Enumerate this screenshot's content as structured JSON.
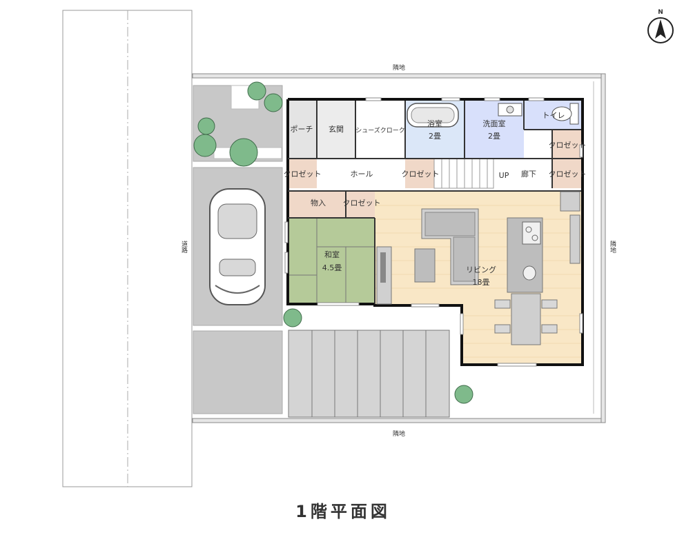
{
  "north_label": "N",
  "neighbor_top": "隣地",
  "neighbor_bottom": "隣地",
  "neighbor_right": "隣地",
  "road_label": "道路",
  "rooms": {
    "porch": "ポーチ",
    "entrance": "玄関",
    "shoe_closet": "シューズクローク",
    "bath": "浴室",
    "bath_size": "2畳",
    "washroom": "洗面室",
    "washroom_size": "2畳",
    "toilet": "トイレ",
    "closet_hall_left": "クロゼット",
    "hall": "ホール",
    "closet_stair": "クロゼット",
    "up": "UP",
    "corridor": "廊下",
    "closet_right_upper": "クロゼット",
    "closet_right_lower": "クロゼット",
    "storage": "物入",
    "closet_storage": "クロゼット",
    "washitsu": "和室",
    "washitsu_size": "4.5畳",
    "living": "リビング",
    "living_size": "18畳"
  },
  "title": "1階平面図"
}
